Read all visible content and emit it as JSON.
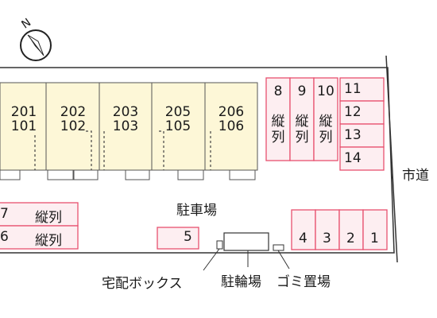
{
  "compass": {
    "north_label": "N"
  },
  "units": [
    {
      "upper": "201",
      "lower": "101"
    },
    {
      "upper": "202",
      "lower": "102"
    },
    {
      "upper": "203",
      "lower": "103"
    },
    {
      "upper": "205",
      "lower": "105"
    },
    {
      "upper": "206",
      "lower": "106"
    }
  ],
  "parking": {
    "label": "駐車場",
    "vertical_slots": [
      {
        "number": "8",
        "type_chars": [
          "縦",
          "列"
        ]
      },
      {
        "number": "9",
        "type_chars": [
          "縦",
          "列"
        ]
      },
      {
        "number": "10",
        "type_chars": [
          "縦",
          "列"
        ]
      }
    ],
    "right_stack": [
      "11",
      "12",
      "13",
      "14"
    ],
    "bottom_row": [
      "4",
      "3",
      "2",
      "1"
    ],
    "left_slots": [
      {
        "number": "7",
        "type": "縦列"
      },
      {
        "number": "6",
        "type": "縦列"
      }
    ],
    "slot_5": "5"
  },
  "labels": {
    "city_road": "市道",
    "delivery_box": "宅配ボックス",
    "bicycle_parking": "駐輪場",
    "garbage": "ゴミ置場"
  },
  "colors": {
    "building_fill": "#fdf7d7",
    "slot_stroke": "#e8506f",
    "slot_fill": "#fdeef1",
    "line": "#333333"
  }
}
